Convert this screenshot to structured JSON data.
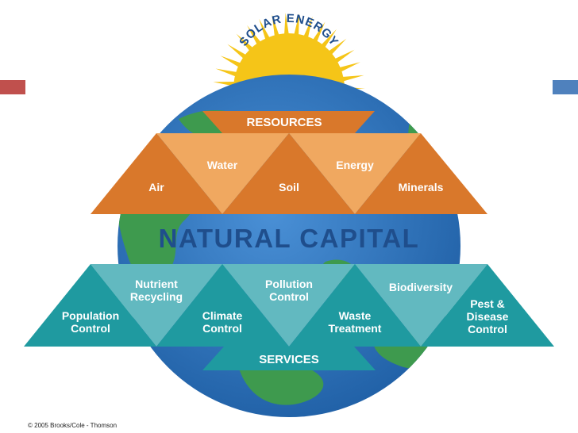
{
  "diagram": {
    "solar": "SOLAR ENERGY",
    "resources_title": "RESOURCES",
    "resources": [
      "Water",
      "Energy",
      "Air",
      "Soil",
      "Minerals"
    ],
    "center": "NATURAL CAPITAL",
    "services_title": "SERVICES",
    "services": [
      "Nutrient\nRecycling",
      "Pollution\nControl",
      "Biodiversity",
      "Population\nControl",
      "Climate\nControl",
      "Waste\nTreatment",
      "Pest &\nDisease\nControl"
    ],
    "copyright": "© 2005 Brooks/Cole - Thomson"
  },
  "colors": {
    "sun": "#f5c518",
    "ocean": "#2c6fb5",
    "land": "#3e9a4e",
    "resource_dark": "#d9782b",
    "resource_light": "#f0a860",
    "service_dark": "#1f9aa0",
    "service_light": "#62b9c0",
    "title": "#1f4e8c",
    "accent_left": "#c0504d",
    "accent_right": "#4f81bd"
  }
}
